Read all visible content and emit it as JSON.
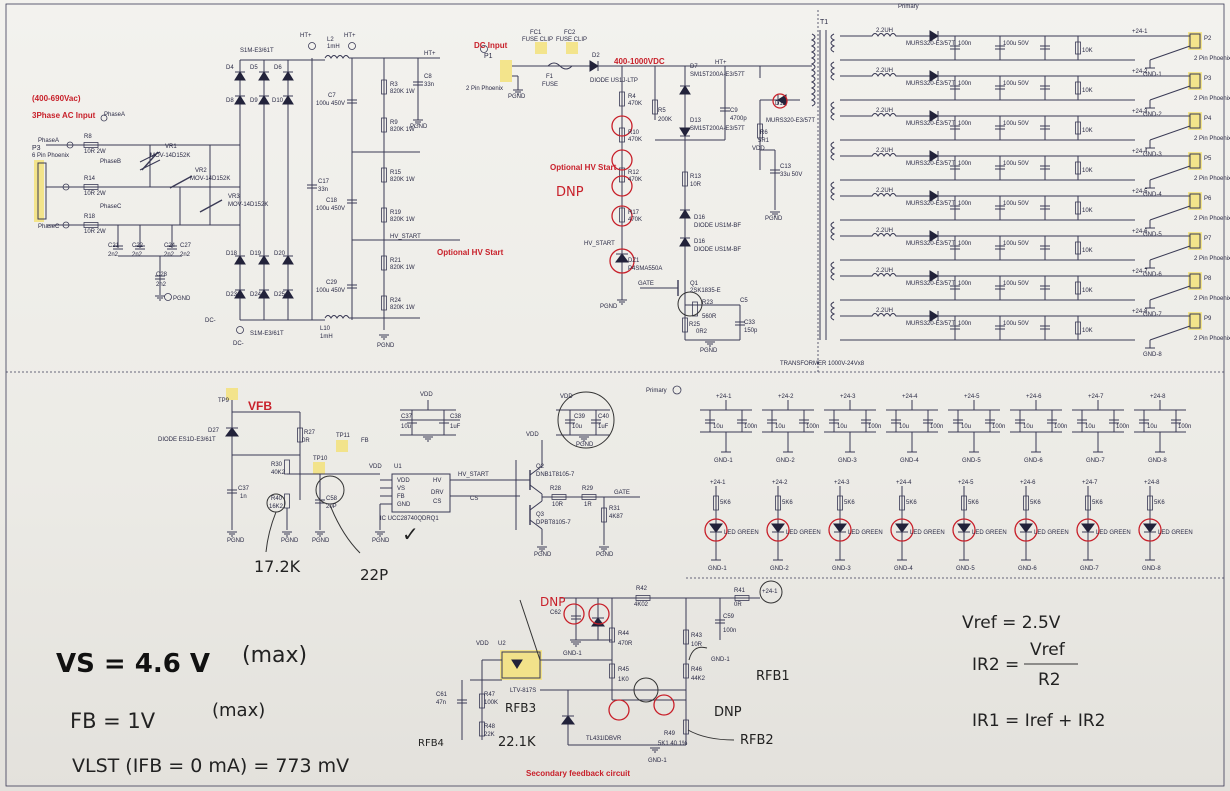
{
  "labels": {
    "ac_voltage": "(400-690Vac)",
    "ac_input": "3Phase AC Input",
    "p3": "P3",
    "p3_type": "6 Pin Phoenix",
    "phase_a": "PhaseA",
    "phase_b": "PhaseB",
    "phase_c": "PhaseC",
    "r8": "R8",
    "r8v": "10R 2W",
    "r14": "R14",
    "r14v": "10R 2W",
    "r18": "R18",
    "r18v": "10R 2W",
    "vr1": "VR1",
    "vr1v": "MOV-14D152K",
    "vr2": "VR2",
    "vr2v": "MOV-14D152K",
    "vr3": "VR3",
    "vr3v": "MOV-14D152K",
    "c21": "C21",
    "c22": "C22",
    "c24": "C24",
    "c27": "C27",
    "c28": "C28",
    "cap_2n2": "2n2",
    "pgnd": "PGND",
    "bridge_top": "S1M-E3/61T",
    "bridge_bot": "S1M-E3/61T",
    "d4": "D4",
    "d5": "D5",
    "d6": "D6",
    "d8": "D8",
    "d9": "D9",
    "d10": "D10",
    "d18": "D18",
    "d19": "D19",
    "d20": "D20",
    "d23": "D23",
    "d24": "D24",
    "d25": "D25",
    "ht_plus": "HT+",
    "dc_minus": "DC-",
    "l2": "L2",
    "l2v": "1mH",
    "l10": "L10",
    "l10v": "1mH",
    "c7": "C7",
    "c7v": "100u 450V",
    "c17": "C17",
    "c17v": "33n",
    "c18": "C18",
    "c18v": "100u 450V",
    "c29": "C29",
    "c29v": "100u 450V",
    "c8": "C8",
    "c8v": "33n",
    "r3": "R3",
    "r9": "R9",
    "r15": "R15",
    "r19": "R19",
    "r21": "R21",
    "r24": "R24",
    "rv_820k": "820K 1W",
    "hv_start": "HV_START",
    "opt_hv_start": "Optional HV Start",
    "dc_input": "DC Input",
    "p1": "P1",
    "p1v": "2 Pin Phoenix",
    "fc1": "FC1",
    "fc1v": "FUSE CLIP",
    "fc2": "FC2",
    "fc2v": "FUSE CLIP",
    "f1": "F1",
    "f1v": "FUSE",
    "d2": "D2",
    "d2v": "DIODE US1J-LTP",
    "v_range": "400-1000VDC",
    "r4": "R4",
    "r10": "R10",
    "r12": "R12",
    "r17": "R17",
    "r470k": "470K",
    "d7": "D7",
    "d7v": "SM15T200A-E3/57T",
    "d13": "D13",
    "d13v": "SM15T200A-E3/57T",
    "r5": "R5",
    "r5v": "200K",
    "c9": "C9",
    "c9v": "4700p",
    "r13": "R13",
    "r13v": "10R",
    "d16": "D16",
    "d16v": "DIODE US1M-BF",
    "d16b": "D16",
    "d16bv": "DIODE US1M-BF",
    "dz1": "DZ1",
    "dz1v": "P4SMA550A",
    "q1": "Q1",
    "q1v": "2SK1835-E",
    "r23": "R23",
    "r23v": "560R",
    "r25": "R25",
    "r25v": "0R2",
    "c33": "C33",
    "c33v": "150p",
    "c5": "C5",
    "gate": "GATE",
    "r6": "R6",
    "r6v": "5R1",
    "d12": "D12",
    "d12v": "MURS320-E3/57T",
    "vdd": "VDD",
    "c13": "C13",
    "c13v": "33u 50V",
    "t1": "T1",
    "xfmr": "TRANSFORMER 1000V-24Vx8",
    "primary": "Primary",
    "l_22uh": "2.2UH",
    "murs": "MURS320-E3/57T",
    "cap_100u": "100u 50V",
    "r_10k": "10K",
    "cap_100n": "100n",
    "two_pin": "2 Pin Phoenix",
    "tp9": "TP9",
    "vfb": "VFB",
    "d27": "D27",
    "d27v": "DIODE ES1D-E3/61T",
    "r27": "R27",
    "r27v": "0R",
    "r30": "R30",
    "r30v": "40K2",
    "r40": "R40",
    "r40v": "16K2",
    "c37": "C37",
    "c37v": "1n",
    "c58": "C58",
    "c58v": "20P",
    "tp10": "TP10",
    "tp11": "TP11",
    "fb": "FB",
    "u1": "U1",
    "u1v": "IC UCC28740QDRQ1",
    "pin_vdd": "VDD",
    "pin_vs": "VS",
    "pin_fb": "FB",
    "pin_gnd": "GND",
    "pin_hv": "HV",
    "pin_drv": "DRV",
    "pin_cs": "CS",
    "cs": "CS",
    "c37b": "C37",
    "c38": "C38",
    "c39": "C39",
    "c40": "C40",
    "cap_10u": "10u",
    "cap_1uf": "1uF",
    "q2": "Q2",
    "q2v": "DNB1T8105-7",
    "q3": "Q3",
    "q3v": "DPBT8105-7",
    "r28": "R28",
    "r28v": "10R",
    "r29": "R29",
    "r29v": "1R",
    "r31": "R31",
    "r31v": "4K87",
    "r42": "R42",
    "r42v": "4K02",
    "r41": "R41",
    "r41v": "0R",
    "c62": "C62",
    "c59": "C59",
    "c59v": "100n",
    "r44": "R44",
    "r44v": "470R",
    "r45": "R45",
    "r45v": "1K0",
    "r43": "R43",
    "r43v": "10R",
    "r46": "R46",
    "r46v": "44K2",
    "r47": "R47",
    "r47v": "100K",
    "r48": "R48",
    "r48v": "22K",
    "r49": "R49",
    "r49v": "5K1 40 1%",
    "c61": "C61",
    "c61v": "47n",
    "u2": "U2",
    "u2v": "LTV-817S",
    "u3": "TL431IDBVR",
    "gnd1": "GND-1",
    "secondary_fb": "Secondary feedback circuit",
    "plus24_1": "+24-1",
    "led_green": "LED GREEN",
    "r_5k6": "5K6"
  },
  "handwritten": {
    "dnp1": "DNP",
    "dnp2": "DNP",
    "dnp3": "DNP",
    "r40_note": "17.2K",
    "c58_note": "22P",
    "vs_max": "VS = 4.6 V",
    "vs_max_paren": "(max)",
    "fb_eq": "FB = 1V",
    "fb_paren": "(max)",
    "vlst": "VLST (IFB = 0 mA) = 773 mV",
    "rfb1": "RFB1",
    "rfb2": "RFB2",
    "rfb3": "RFB3",
    "rfb4": "RFB4",
    "v22k": "22.1K",
    "vref": "Vref = 2.5V",
    "ir2": "IR2 =",
    "vref_over_r2_num": "Vref",
    "vref_over_r2_den": "R2",
    "ir1": "IR1 = Iref + IR2",
    "fb_note": "VFB"
  }
}
